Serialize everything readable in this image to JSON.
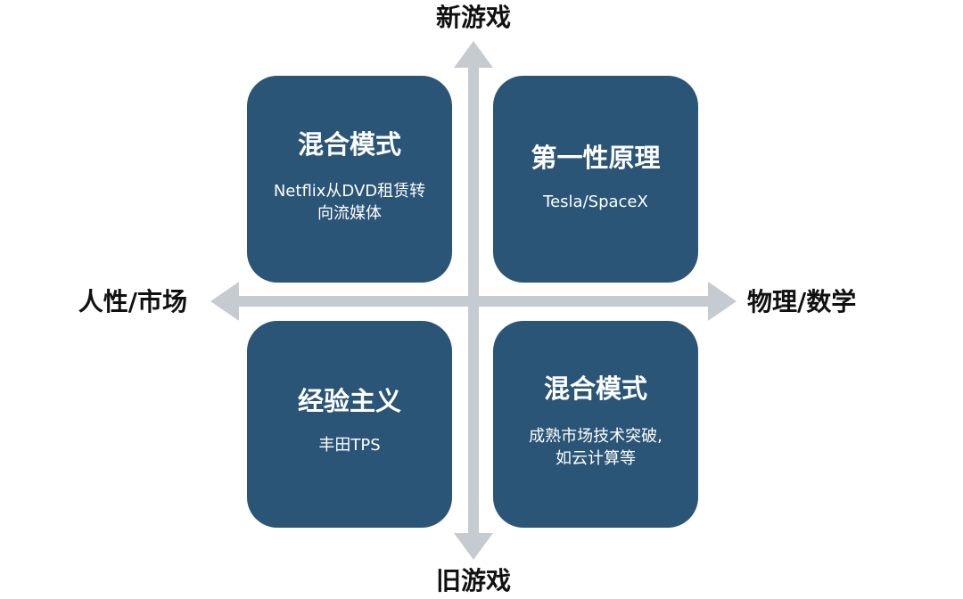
{
  "axes": {
    "top": "新游戏",
    "bottom": "旧游戏",
    "left": "人性/市场",
    "right": "物理/数学"
  },
  "colors": {
    "quadrant_fill": "#2a5576",
    "axis_arrow": "#c6cbd1",
    "text_on_quadrant": "#ffffff",
    "axis_label": "#111111"
  },
  "quadrants": {
    "top_left": {
      "title": "混合模式",
      "desc_line1": "Netflix从DVD租赁转",
      "desc_line2": "向流媒体"
    },
    "top_right": {
      "title": "第一性原理",
      "desc_line1": "Tesla/SpaceX"
    },
    "bottom_left": {
      "title": "经验主义",
      "desc_line1": "丰田TPS"
    },
    "bottom_right": {
      "title": "混合模式",
      "desc_line1": "成熟市场技术突破,",
      "desc_line2": "如云计算等"
    }
  }
}
